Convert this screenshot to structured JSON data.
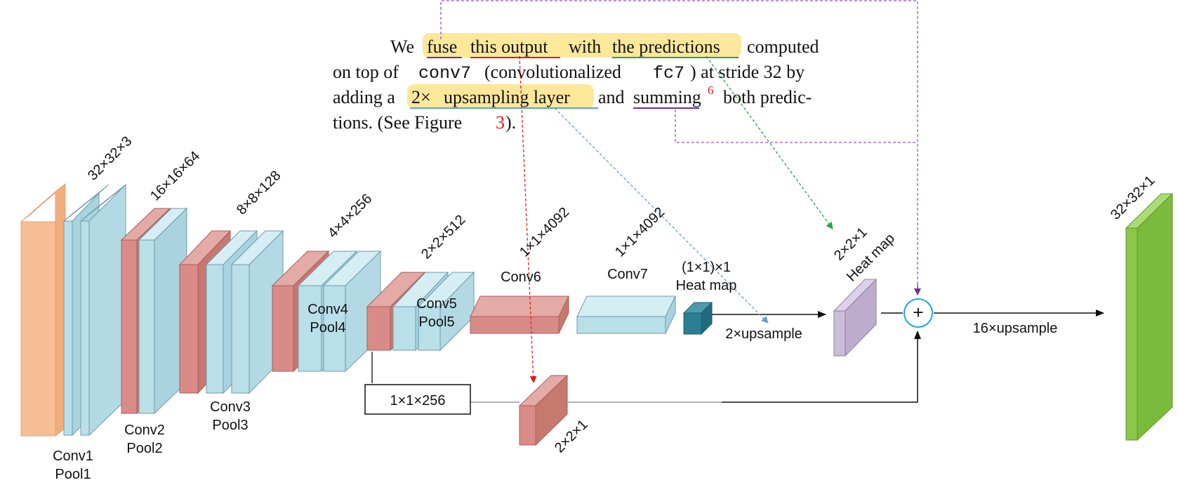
{
  "colors": {
    "input": "#f6be94",
    "conv": "#b9dfe9",
    "pool": "#d98c87",
    "heat": "#2c7f93",
    "heat2": "#cbbcd8",
    "output": "#8ac74a",
    "highlight": "#fde79a",
    "red_arrow": "#e01b1b",
    "blue_arrow": "#5ba0d6",
    "green_arrow": "#22a64a",
    "purple_dash": "#9a4fc6",
    "plus_circle": "#1aa6e0"
  },
  "quote": {
    "line1": {
      "prefix": "We",
      "hl": [
        "fuse",
        "this output",
        "with",
        "the predictions"
      ],
      "suffix": "computed"
    },
    "line2": {
      "t1": "on top of",
      "code1": "conv7",
      "t2": "(convolutionalized",
      "code2": "fc7",
      "t3": ") at stride 32 by"
    },
    "line3": {
      "t1": "adding a",
      "hl1": "2×",
      "hl2": "upsampling layer",
      "t2": "and",
      "sum": "summing",
      "fn": "6",
      "t3": "both predic-"
    },
    "line4": {
      "t1": "tions.  (See Figure",
      "ref": "3",
      "t2": ")."
    }
  },
  "stages": {
    "input_dim": "32×32×3",
    "s1_dim": "16×16×64",
    "s2_dim": "8×8×128",
    "s3_dim": "4×4×256",
    "s4_dim": "2×2×512",
    "conv6_dim": "1×1×4092",
    "conv7_dim": "1×1×4092",
    "heat2_dim": "2×2×1",
    "heat2_name": "Heat map",
    "out_dim": "32×32×1",
    "branch_dim": "2×2×1"
  },
  "names": {
    "conv1": "Conv1",
    "pool1": "Pool1",
    "conv2": "Conv2",
    "pool2": "Pool2",
    "conv3": "Conv3",
    "pool3": "Pool3",
    "conv4": "Conv4",
    "pool4": "Pool4",
    "conv5": "Conv5",
    "pool5": "Pool5",
    "conv6": "Conv6",
    "conv7": "Conv7",
    "heat1_dim": "(1×1)×1",
    "heat1_name": "Heat map"
  },
  "ops": {
    "up2": "2×upsample",
    "up16": "16×upsample",
    "skip_box": "1×1×256",
    "plus": "+"
  }
}
